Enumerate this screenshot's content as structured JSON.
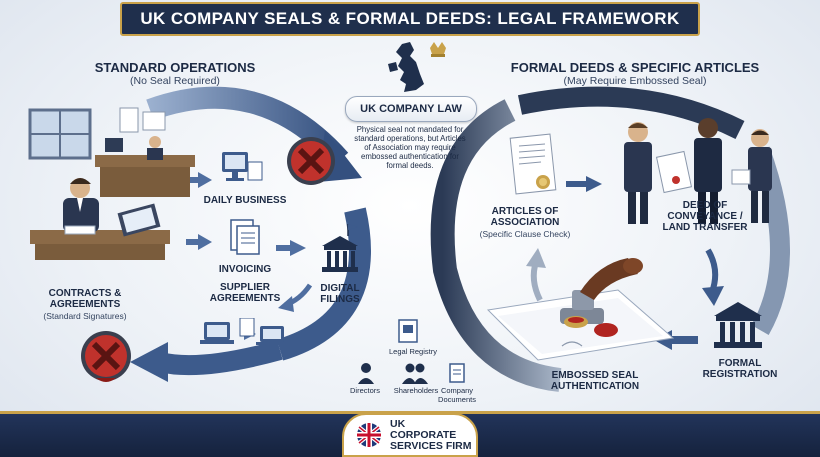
{
  "title": "UK COMPANY SEALS & FORMAL DEEDS: LEGAL FRAMEWORK",
  "left_section": {
    "heading": "STANDARD OPERATIONS",
    "subheading": "(No Seal Required)",
    "steps": {
      "daily_business": "DAILY BUSINESS",
      "invoicing": "INVOICING",
      "supplier_agreements_1": "SUPPLIER",
      "supplier_agreements_2": "AGREEMENTS",
      "digital_filings_1": "DIGITAL",
      "digital_filings_2": "FILINGS",
      "contracts_1": "CONTRACTS &",
      "contracts_2": "AGREEMENTS",
      "contracts_sub": "(Standard Signatures)"
    }
  },
  "center": {
    "law_label": "UK COMPANY LAW",
    "law_desc_1": "Physical seal not mandated for",
    "law_desc_2": "standard operations, but Articles",
    "law_desc_3": "of Association may require",
    "law_desc_4": "embossed authentication for",
    "law_desc_5": "formal deeds.",
    "legal_registry": "Legal Registry",
    "directors": "Directors",
    "shareholders": "Shareholders",
    "company_documents_1": "Company",
    "company_documents_2": "Documents"
  },
  "right_section": {
    "heading": "FORMAL DEEDS & SPECIFIC ARTICLES",
    "subheading": "(May Require Embossed Seal)",
    "steps": {
      "articles_1": "ARTICLES OF",
      "articles_2": "ASSOCIATION",
      "articles_sub": "(Specific Clause Check)",
      "deed_1": "DEED OF",
      "deed_2": "CONVEYANCE /",
      "deed_3": "LAND TRANSFER",
      "formal_1": "FORMAL",
      "formal_2": "REGISTRATION",
      "seal_1": "EMBOSSED SEAL",
      "seal_2": "AUTHENTICATION"
    }
  },
  "footer": {
    "firm_1": "UK",
    "firm_2": "CORPORATE",
    "firm_3": "SERVICES FIRM"
  },
  "colors": {
    "navy": "#1f2f4c",
    "gold": "#c9a24a",
    "arrow_blue": "#3d5b8c",
    "arrow_dark": "#2b3a55",
    "cross_red": "#c0322c"
  }
}
